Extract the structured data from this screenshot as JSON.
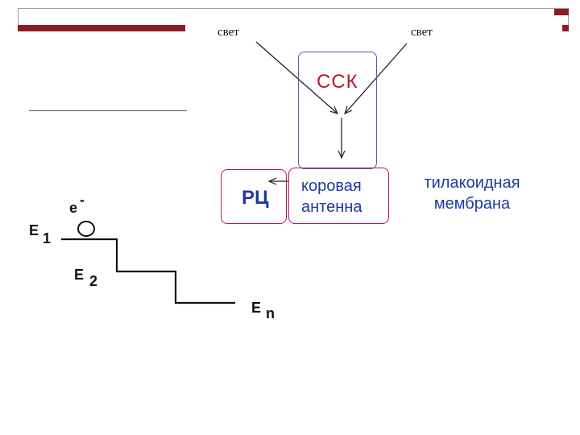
{
  "light": {
    "left": "свет",
    "right": "свет"
  },
  "ssk": {
    "label": "ССК"
  },
  "reaction_center": {
    "label": "РЦ"
  },
  "core_antenna": {
    "line1": "коровая",
    "line2": "антенна"
  },
  "membrane": {
    "line1": "тилакоидная",
    "line2": "мембрана"
  },
  "electron": {
    "base": "e",
    "charge": "-"
  },
  "levels": [
    {
      "base": "E",
      "sub": "1"
    },
    {
      "base": "E",
      "sub": "2"
    },
    {
      "base": "E",
      "sub": "n"
    }
  ],
  "colors": {
    "frame_bar": "#8b1c24",
    "ssk_border": "#4a5fa8",
    "ssk_text": "#c2152a",
    "rc_border": "#b01868",
    "blue_text": "#1f3a9e"
  }
}
